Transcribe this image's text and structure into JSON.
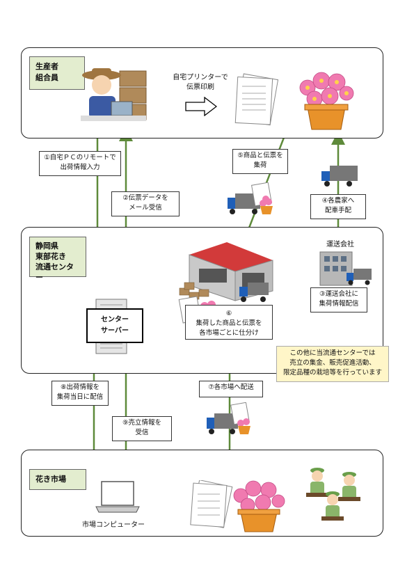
{
  "colors": {
    "arrow_green": "#5e8a3a",
    "tag_bg": "#e3edcf",
    "note_bg": "#fff6c8",
    "pot": "#e8922a",
    "flower": "#f07ab0",
    "truck": "#1f5fb8"
  },
  "producer": {
    "tag": [
      "生産者",
      "組合員"
    ],
    "printer_label": [
      "自宅プリンターで",
      "伝票印刷"
    ]
  },
  "center": {
    "tag": [
      "静岡県",
      "東部花き",
      "流通センター"
    ],
    "server": [
      "センター",
      "サーバー"
    ],
    "transport_label": "運送会社"
  },
  "market": {
    "tag": "花き市場",
    "computer_label": "市場コンピューター"
  },
  "steps": {
    "s1": [
      "①自宅ＰＣのリモートで",
      "出荷情報入力"
    ],
    "s2": [
      "②伝票データを",
      "メール受信"
    ],
    "s3": [
      "③運送会社に",
      "集荷情報配信"
    ],
    "s4": [
      "④各農家へ",
      "配車手配"
    ],
    "s5": [
      "⑤商品と伝票を",
      "集荷"
    ],
    "s6": [
      "⑥",
      "集荷した商品と伝票を",
      "各市場ごとに仕分け"
    ],
    "s7": "⑦各市場へ配送",
    "s8": [
      "⑧出荷情報を",
      "集荷当日に配信"
    ],
    "s9": [
      "⑨売立情報を",
      "受信"
    ]
  },
  "note": [
    "この他に当流通センターでは",
    "売立の集金、販売促進活動、",
    "限定品種の栽培等を行っています"
  ]
}
